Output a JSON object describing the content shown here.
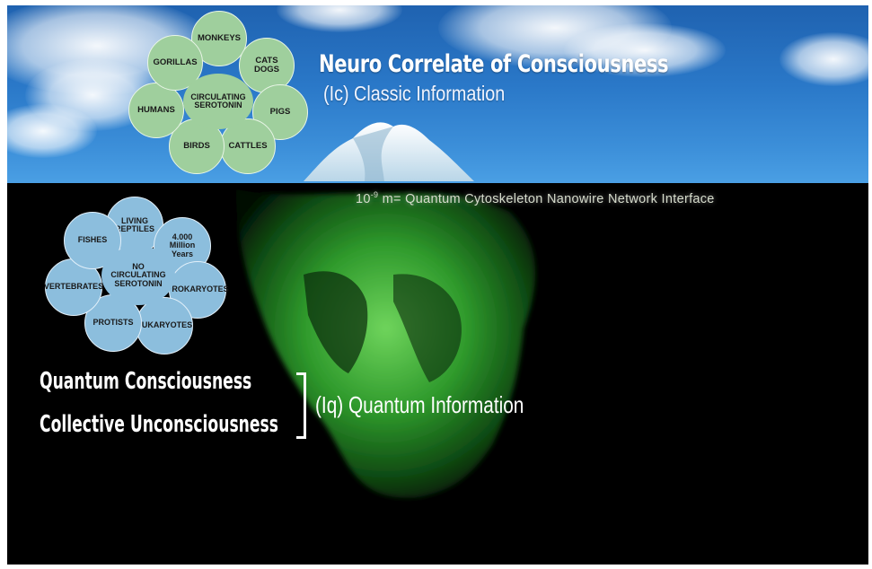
{
  "title": "Neuro Correlate of Consciousness",
  "subtitle": "(Ic) Classic Information",
  "nanowire": {
    "prefix": "10",
    "exponent": "-9",
    "suffix": " m= Quantum Cytoskeleton Nanowire Network Interface"
  },
  "green_cluster": {
    "center": "CIRCULATING\nSEROTONIN",
    "items": [
      "MONKEYS",
      "CATS\nDOGS",
      "PIGS",
      "CATTLES",
      "BIRDS",
      "HUMANS",
      "GORILLAS"
    ]
  },
  "blue_cluster": {
    "center": "NO\nCIRCULATING\nSEROTONIN",
    "items": [
      "LIVING\nREPTILES",
      "4.000\nMillion\nYears",
      "PROKARYOTES",
      "EUKARYOTES",
      "PROTISTS",
      "VERTEBRATES",
      "FISHES"
    ]
  },
  "quantum_consciousness": "Quantum  Consciousness",
  "collective_unconsciousness": "Collective Unconsciousness",
  "quantum_information": "(Iq) Quantum Information",
  "colors": {
    "sky": "#2a78c8",
    "sea": "#000000",
    "green_circle": "#9fcf9d",
    "blue_circle": "#8cbedd",
    "iceberg_glow": "#3fae3a"
  }
}
